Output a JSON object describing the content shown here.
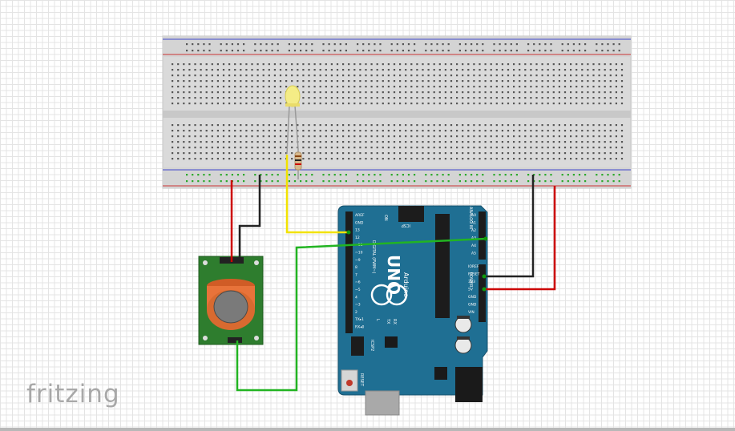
{
  "app": {
    "brand": "fritzing"
  },
  "arduino": {
    "logo": "UNO",
    "brand": "Arduino",
    "digital_label": "DIGITAL (PWM~)",
    "analog_label": "ANALOG IN",
    "power_label": "POWER",
    "icsp_label": "ICSP",
    "icsp2_label": "ICSP2",
    "reset_label": "RESET",
    "on_label": "ON",
    "l_label": "L",
    "tx_label": "TX",
    "rx_label": "RX",
    "digital_pins": [
      "AREF",
      "GND",
      "13",
      "12",
      "~11",
      "~10",
      "~9",
      "8",
      "7",
      "~6",
      "~5",
      "4",
      "~3",
      "2",
      "TX▸1",
      "RX◂0"
    ],
    "power_pins": [
      "IOREF",
      "RESET",
      "3V3",
      "5V",
      "GND",
      "GND",
      "VIN"
    ],
    "analog_pins": [
      "A0",
      "A1",
      "A2",
      "A3",
      "A4",
      "A5"
    ]
  },
  "colors": {
    "board": "#1f6f93",
    "wire_red": "#cc0000",
    "wire_black": "#222222",
    "wire_green": "#22b422",
    "wire_yellow": "#f2e200",
    "sensor_pcb": "#2e7d2e",
    "sensor_body": "#e8733a",
    "led": "#f4ec86"
  }
}
